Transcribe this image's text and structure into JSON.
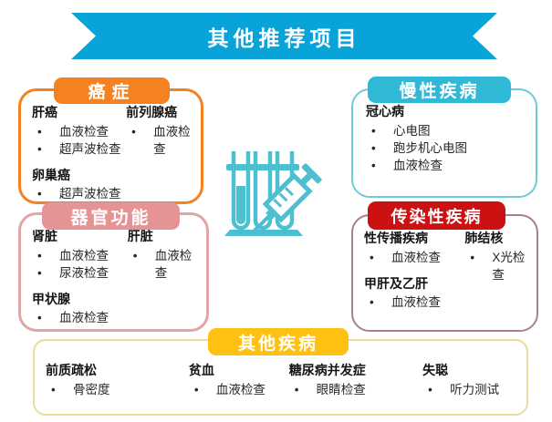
{
  "banner": {
    "title": "其他推荐项目",
    "color": "#08a3d8",
    "text_color": "#ffffff"
  },
  "center_icon": {
    "name": "test-tubes-and-syringe",
    "color": "#4cc0d0"
  },
  "boxes": [
    {
      "title": "癌症",
      "header_bg": "#f5821f",
      "border_color": "#f5821f",
      "columns": [
        [
          {
            "name": "肝癌",
            "tests": [
              "血液检查",
              "超声波检查"
            ]
          },
          {
            "name": "卵巢癌",
            "tests": [
              "超声波检查"
            ]
          }
        ],
        [
          {
            "name": "前列腺癌",
            "tests": [
              "血液检查"
            ]
          }
        ]
      ]
    },
    {
      "title": "慢性疾病",
      "header_bg": "#2fb9d7",
      "border_color": "#6fc9da",
      "columns": [
        [
          {
            "name": "冠心病",
            "tests": [
              "心电图",
              "跑步机心电图",
              "血液检查"
            ]
          }
        ]
      ]
    },
    {
      "title": "器官功能",
      "header_bg": "#e69396",
      "border_color": "#e2a5a5",
      "columns": [
        [
          {
            "name": "肾脏",
            "tests": [
              "血液检查",
              "尿液检查"
            ]
          },
          {
            "name": "甲状腺",
            "tests": [
              "血液检查"
            ]
          }
        ],
        [
          {
            "name": "肝脏",
            "tests": [
              "血液检查"
            ]
          }
        ]
      ]
    },
    {
      "title": "传染性疾病",
      "header_bg": "#cb1112",
      "border_color": "#ab8181",
      "columns": [
        [
          {
            "name": "性传播疾病",
            "tests": [
              "血液检查"
            ]
          },
          {
            "name": "甲肝及乙肝",
            "tests": [
              "血液检查"
            ]
          }
        ],
        [
          {
            "name": "肺结核",
            "tests": [
              "X光检查"
            ]
          }
        ]
      ]
    },
    {
      "title": "其他疾病",
      "header_bg": "#fec112",
      "border_color": "#e9dd99",
      "columns": [
        [
          {
            "name": "前质疏松",
            "tests": [
              "骨密度"
            ]
          }
        ],
        [
          {
            "name": "贫血",
            "tests": [
              "血液检查"
            ]
          }
        ],
        [
          {
            "name": "糖尿病并发症",
            "tests": [
              "眼睛检查"
            ]
          }
        ],
        [
          {
            "name": "失聪",
            "tests": [
              "听力测试"
            ]
          }
        ]
      ]
    }
  ]
}
